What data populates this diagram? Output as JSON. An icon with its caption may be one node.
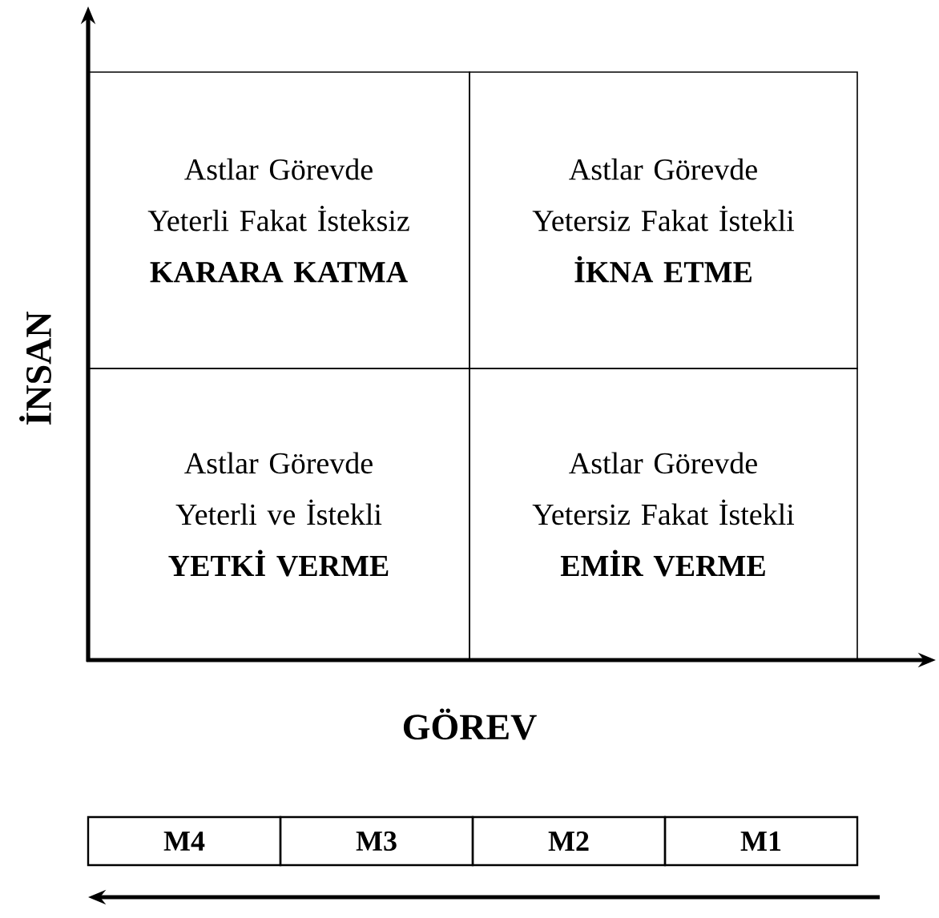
{
  "diagram": {
    "nodes": [
      {
        "text": [
          "Astlar Görevde Yeterli Fakat İsteksiz",
          "KARARA KATMA"
        ]
      },
      {
        "text": [
          "Astlar Görevde Yetersiz Fakat İstekli",
          "İKNA ETME"
        ]
      },
      {
        "text": [
          "Astlar Görevde Yeterli ve İstekli",
          "YETKİ VERME"
        ]
      },
      {
        "text": [
          "Astlar Görevde Yetersiz Fakat İstekli",
          "EMİR VERME"
        ]
      },
      {
        "text": [
          "M4"
        ]
      },
      {
        "text": [
          "M3"
        ]
      },
      {
        "text": [
          "M2"
        ]
      },
      {
        "text": [
          "M1"
        ]
      }
    ],
    "edges": [],
    "labels": [
      "İNSAN",
      "GÖREV"
    ]
  }
}
